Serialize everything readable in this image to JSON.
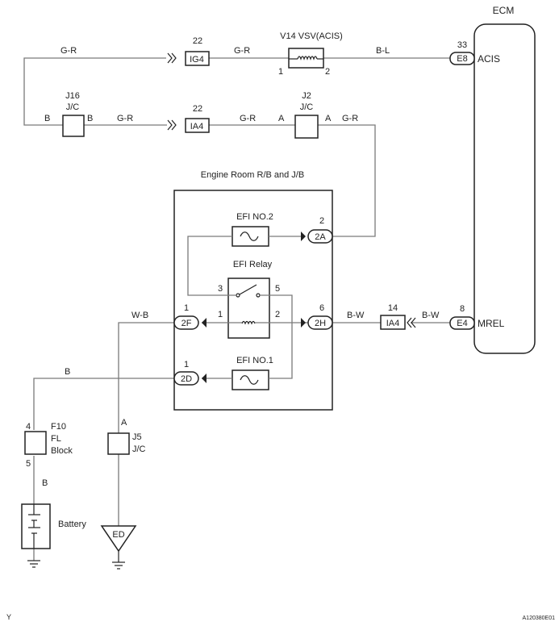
{
  "ecm": {
    "title": "ECM",
    "acis_label": "ACIS",
    "mrel_label": "MREL"
  },
  "vsv": {
    "name": "V14 VSV(ACIS)",
    "pin1": "1",
    "pin2": "2"
  },
  "wires": {
    "gr": "G-R",
    "bl": "B-L",
    "bw": "B-W",
    "wb": "W-B",
    "b": "B"
  },
  "connectors": {
    "ig4": {
      "label": "IG4",
      "pin": "22"
    },
    "ia4_top": {
      "label": "IA4",
      "pin": "22"
    },
    "e8": {
      "label": "E8",
      "pin": "33"
    },
    "e4": {
      "label": "E4",
      "pin": "8"
    },
    "ia4_bottom": {
      "label": "IA4",
      "pin": "14"
    },
    "c2a": {
      "label": "2A",
      "pin": "2"
    },
    "c2f": {
      "label": "2F",
      "pin": "1"
    },
    "c2h": {
      "label": "2H",
      "pin": "6"
    },
    "c2d": {
      "label": "2D",
      "pin": "1"
    }
  },
  "j16": {
    "name": "J16",
    "type": "J/C",
    "pin_left": "B",
    "pin_right": "B"
  },
  "j2": {
    "name": "J2",
    "type": "J/C",
    "pin_left": "A",
    "pin_right": "A"
  },
  "j5": {
    "name": "J5",
    "type": "J/C",
    "pin": "A"
  },
  "rb": {
    "title": "Engine Room R/B and J/B",
    "efi_no2": "EFI NO.2",
    "efi_no1": "EFI NO.1",
    "relay": "EFI Relay",
    "relay_pin3": "3",
    "relay_pin5": "5",
    "relay_pin1": "1",
    "relay_pin2": "2"
  },
  "fl_block": {
    "name": "F10",
    "line1": "FL",
    "line2": "Block",
    "pin_top": "4",
    "pin_bottom": "5"
  },
  "battery": {
    "label": "Battery"
  },
  "ground": {
    "label": "ED"
  },
  "footer": {
    "left": "Y",
    "right": "A120380E01"
  }
}
